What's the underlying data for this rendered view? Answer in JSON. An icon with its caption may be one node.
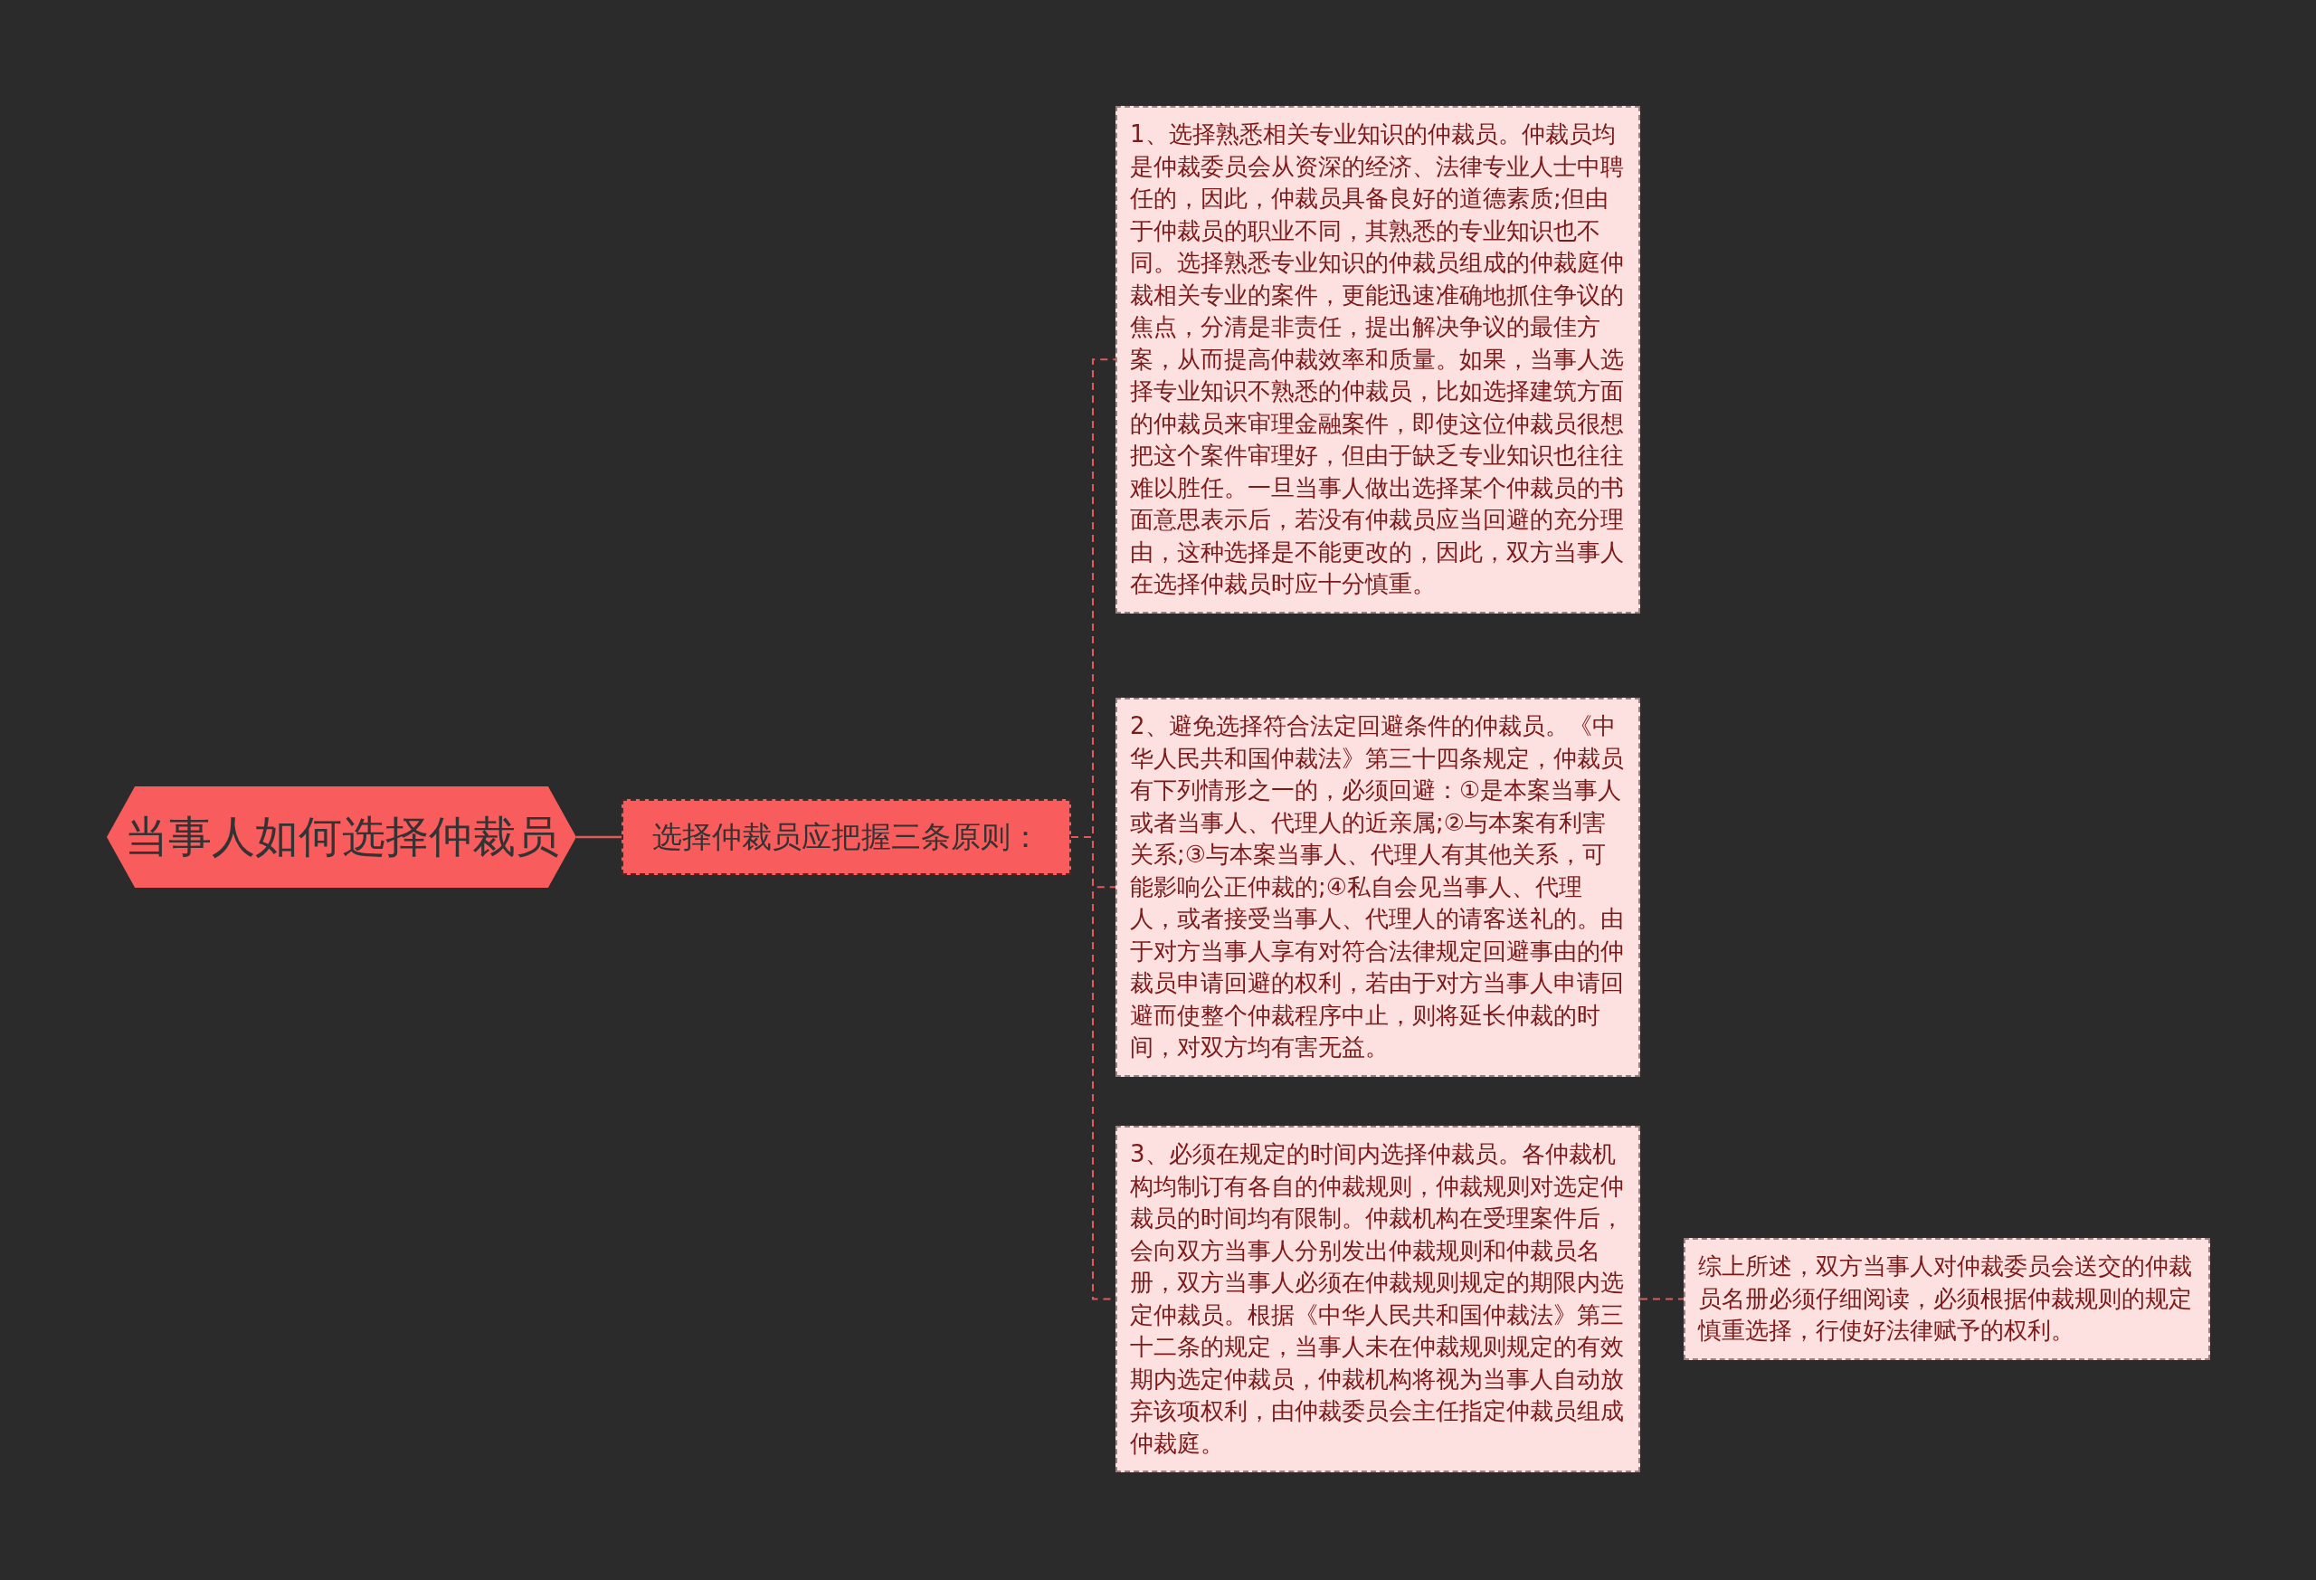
{
  "diagram": {
    "nodes": [
      {
        "text": [
          "当事人如何选择仲裁员"
        ]
      },
      {
        "text": [
          "选择仲裁员应把握三条原则："
        ]
      },
      {
        "text": [
          "1、选择熟悉相关专业知识的仲裁员。仲裁员均是仲裁委员会从资深的经济、法律专业人士中聘任的，因此，仲裁员具备良好的道德素质;但由于仲裁员的职业不同，其熟悉的专业知识也不同。选择熟悉专业知识的仲裁员组成的仲裁庭仲裁相关专业的案件，更能迅速准确地抓住争议的焦点，分清是非责任，提出解决争议的最佳方案，从而提高仲裁效率和质量。如果，当事人选择专业知识不熟悉的仲裁员，比如选择建筑方面的仲裁员来审理金融案件，即使这位仲裁员很想把这个案件审理好，但由于缺乏专业知识也往往难以胜任。一旦当事人做出选择某个仲裁员的书面意思表示后，若没有仲裁员应当回避的充分理由，这种选择是不能更改的，因此，双方当事人在选择仲裁员时应十分慎重。"
        ]
      },
      {
        "text": [
          "2、避免选择符合法定回避条件的仲裁员。《中华人民共和国仲裁法》第三十四条规定，仲裁员有下列情形之一的，必须回避：①是本案当事人或者当事人、代理人的近亲属;②与本案有利害关系;③与本案当事人、代理人有其他关系，可能影响公正仲裁的;④私自会见当事人、代理人，或者接受当事人、代理人的请客送礼的。由于对方当事人享有对符合法律规定回避事由的仲裁员申请回避的权利，若由于对方当事人申请回避而使整个仲裁程序中止，则将延长仲裁的时间，对双方均有害无益。"
        ]
      },
      {
        "text": [
          "3、必须在规定的时间内选择仲裁员。各仲裁机构均制订有各自的仲裁规则，仲裁规则对选定仲裁员的时间均有限制。仲裁机构在受理案件后，会向双方当事人分别发出仲裁规则和仲裁员名册，双方当事人必须在仲裁规则规定的期限内选定仲裁员。根据《中华人民共和国仲裁法》第三十二条的规定，当事人未在仲裁规则规定的有效期内选定仲裁员，仲裁机构将视为当事人自动放弃该项权利，由仲裁委员会主任指定仲裁员组成仲裁庭。"
        ]
      },
      {
        "text": [
          "综上所述，双方当事人对仲裁委员会送交的仲裁员名册必须仔细阅读，必须根据仲裁规则的规定慎重选择，行使好法律赋予的权利。"
        ]
      }
    ],
    "edges": [
      {
        "from": 0,
        "to": 1,
        "arrow": "none"
      },
      {
        "from": 1,
        "to": 2,
        "arrow": "none",
        "style": "dashed"
      },
      {
        "from": 1,
        "to": 3,
        "arrow": "none",
        "style": "dashed"
      },
      {
        "from": 1,
        "to": 4,
        "arrow": "none",
        "style": "dashed"
      },
      {
        "from": 4,
        "to": 5,
        "arrow": "none",
        "style": "dashed"
      }
    ]
  }
}
